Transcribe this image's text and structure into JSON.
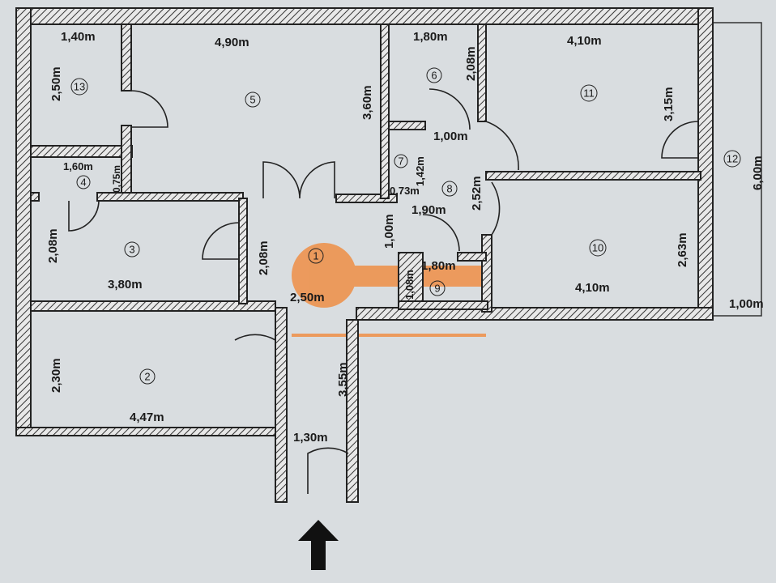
{
  "plan": {
    "rooms": [
      {
        "number": "1",
        "dims": [
          "2,50m",
          "2,08m",
          "1,00m"
        ]
      },
      {
        "number": "2",
        "dims": [
          "4,47m",
          "2,30m"
        ]
      },
      {
        "number": "3",
        "dims": [
          "3,80m",
          "2,08m"
        ]
      },
      {
        "number": "4",
        "dims": [
          "1,60m",
          "0,75m"
        ]
      },
      {
        "number": "5",
        "dims": [
          "4,90m",
          "3,60m"
        ]
      },
      {
        "number": "6",
        "dims": [
          "1,80m",
          "2,08m"
        ]
      },
      {
        "number": "7",
        "dims": [
          "1,42m",
          "0,73m"
        ]
      },
      {
        "number": "8",
        "dims": [
          "1,00m",
          "1,90m",
          "2,52m"
        ]
      },
      {
        "number": "9",
        "dims": [
          "1,80m",
          "1,08m"
        ]
      },
      {
        "number": "10",
        "dims": [
          "4,10m",
          "2,63m"
        ]
      },
      {
        "number": "11",
        "dims": [
          "4,10m",
          "3,15m"
        ]
      },
      {
        "number": "12",
        "dims": [
          "6,00m",
          "1,00m"
        ]
      },
      {
        "number": "13",
        "dims": [
          "1,40m",
          "2,50m"
        ]
      }
    ],
    "entrance_corridor": {
      "dims": [
        "1,30m",
        "3,55m"
      ]
    },
    "entrance_arrow_icon": "arrow-up",
    "watermark": {
      "type": "key-logo",
      "color": "#f08a3c"
    },
    "colors": {
      "wall": "#222222",
      "paper": "#d9dde0"
    }
  }
}
